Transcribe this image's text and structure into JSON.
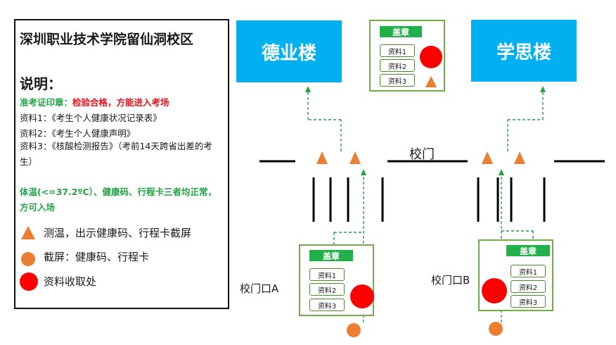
{
  "legend": {
    "title": "深圳职业技术学院留仙洞校区",
    "heading": "说明：",
    "stamp_label": "准考证印章：",
    "stamp_rule": "检验合格，方能进入考场",
    "docs": [
      "资料1：《考生个人健康状况记录表》",
      "资料2：《考生个人健康声明》",
      "资料3：《核酸检测报告》（考前14天跨省出差的考生）"
    ],
    "rule": "体温(<=37.2ºC）、健康码、行程卡三者均正常，方可入场",
    "items": [
      {
        "icon": "triangle",
        "text": "测温，出示健康码、行程卡截屏"
      },
      {
        "icon": "small-circle",
        "text": "截屏：健康码、行程卡"
      },
      {
        "icon": "red-circle",
        "text": "资料收取处"
      }
    ]
  },
  "buildings": {
    "left": "德业楼",
    "right": "学思楼"
  },
  "stamp": {
    "title": "盖章",
    "docs": [
      "资料1",
      "资料2",
      "资料3"
    ]
  },
  "gate": {
    "label": "校门",
    "a": "校门口A",
    "b": "校门口B"
  },
  "colors": {
    "building": "#00b0f0",
    "stamp_border": "#70ad47",
    "stamp_title": "#22b04b",
    "triangle": "#ed7d31",
    "collection": "#ff0000",
    "flow": "#22a344"
  }
}
